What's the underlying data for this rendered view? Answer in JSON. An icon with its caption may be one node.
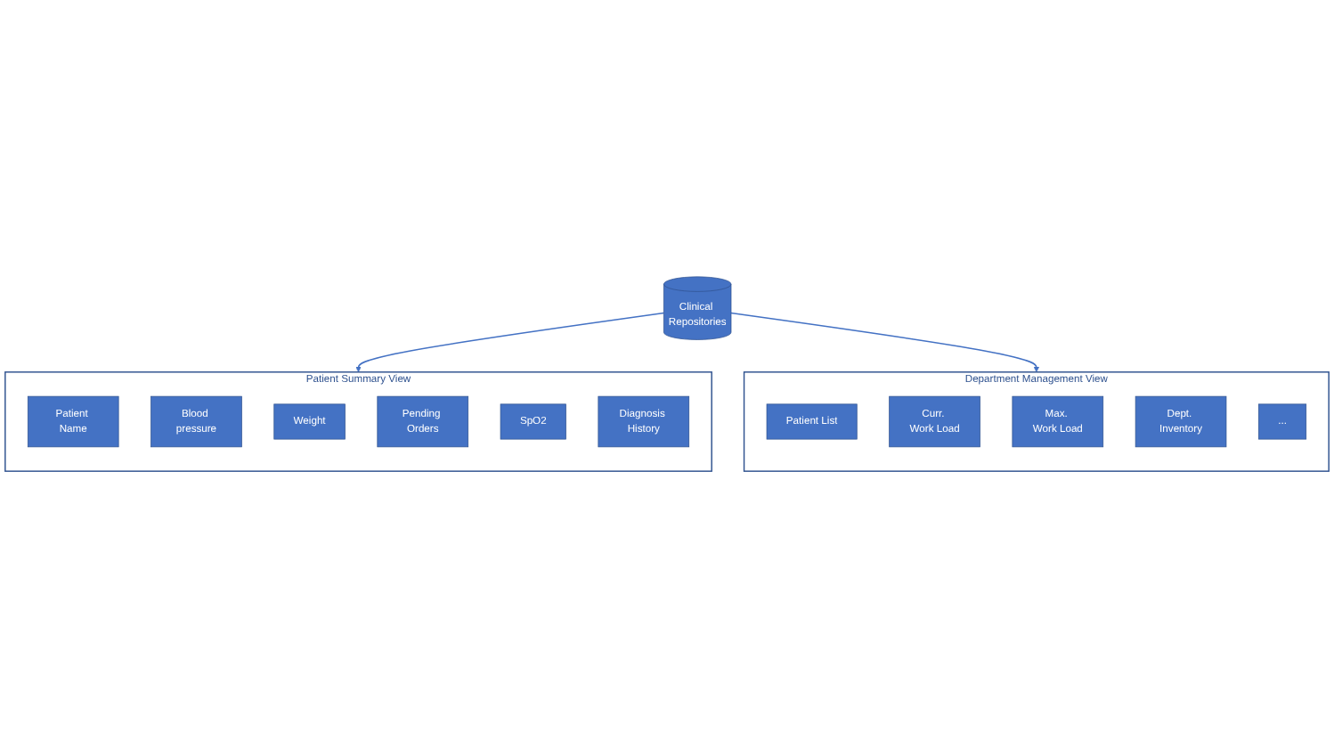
{
  "diagram": {
    "nodes": [
      {
        "text": [
          "Clinical Repositories"
        ]
      },
      {
        "text": [
          "Patient Summary View"
        ]
      },
      {
        "text": [
          "Patient Name"
        ],
        "in": 1
      },
      {
        "text": [
          "Blood pressure"
        ],
        "in": 1
      },
      {
        "text": [
          "Weight"
        ],
        "in": 1
      },
      {
        "text": [
          "Pending Orders"
        ],
        "in": 1
      },
      {
        "text": [
          "SpO2"
        ],
        "in": 1
      },
      {
        "text": [
          "Diagnosis History"
        ],
        "in": 1
      },
      {
        "text": [
          "Department Management View"
        ]
      },
      {
        "text": [
          "Patient List"
        ],
        "in": 8
      },
      {
        "text": [
          "Curr. Work Load"
        ],
        "in": 8
      },
      {
        "text": [
          "Max. Work Load"
        ],
        "in": 8
      },
      {
        "text": [
          "Dept. Inventory"
        ],
        "in": 8
      },
      {
        "text": [
          "..."
        ],
        "in": 8
      }
    ],
    "edges": [
      {
        "from": 0,
        "to": 1,
        "arrow": "to"
      },
      {
        "from": 0,
        "to": 8,
        "arrow": "to"
      }
    ]
  }
}
